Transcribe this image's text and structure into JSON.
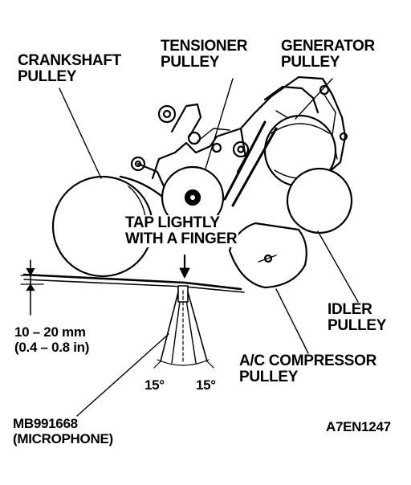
{
  "labels": {
    "crankshaft_pulley": [
      "CRANKSHAFT",
      "PULLEY"
    ],
    "tensioner_pulley": [
      "TENSIONER",
      "PULLEY"
    ],
    "generator_pulley": [
      "GENERATOR",
      "PULLEY"
    ],
    "tap_instruction": [
      "TAP LIGHTLY",
      "WITH A FINGER"
    ],
    "deflection": [
      "10 – 20 mm",
      "(0.4 – 0.8 in)"
    ],
    "idler_pulley": [
      "IDLER",
      "PULLEY"
    ],
    "ac_compressor_pulley": [
      "A/C COMPRESSOR",
      "PULLEY"
    ],
    "angle_left": "15°",
    "angle_right": "15°",
    "microphone": [
      "MB991668",
      "(MICROPHONE)"
    ],
    "figure_code": "A7EN1247"
  }
}
